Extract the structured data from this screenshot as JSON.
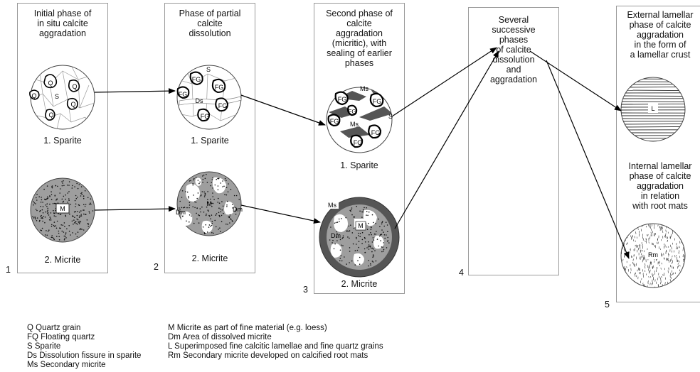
{
  "panels": [
    {
      "number": "1",
      "title": "Initial phase of\nin situ calcite\naggradation",
      "captions": [
        "1. Sparite",
        "2. Micrite"
      ]
    },
    {
      "number": "2",
      "title": "Phase of partial\ncalcite\ndissolution",
      "captions": [
        "1. Sparite",
        "2. Micrite"
      ]
    },
    {
      "number": "3",
      "title": "Second phase of\ncalcite\naggradation\n(micritic), with\nsealing of earlier\nphases",
      "captions": [
        "1. Sparite",
        "2. Micrite"
      ]
    },
    {
      "number": "4",
      "title": "Several\nsuccessive\nphases\nof calcite\ndissolution\nand\naggradation",
      "captions": []
    },
    {
      "number": "5",
      "title": "External lamellar\nphase of calcite\naggradation\nin the form of\na lamellar crust",
      "subtitle": "Internal lamellar\nphase  of calcite\naggradation\nin relation\nwith root mats",
      "captions": []
    }
  ],
  "labels": {
    "Q": "Q",
    "S": "S",
    "M": "M",
    "FG": "FG",
    "Ds": "Ds",
    "Dm": "Dm",
    "Ms": "Ms",
    "L": "L",
    "Rm": "Rm"
  },
  "legend": {
    "left": "Q Quartz grain\nFQ Floating quartz\nS Sparite\nDs Dissolution fissure in sparite\nMs Secondary micrite",
    "right": "M Micrite as part of fine material (e.g. loess)\nDm Area of dissolved micrite\nL Superimposed fine calcitic lamellae and fine quartz grains\nRm Secondary micrite developed on calcified root mats"
  },
  "colors": {
    "micrite_fill": "#9e9e9e",
    "secondary_micrite": "#555555",
    "panel_border": "#9a9a9a",
    "arrow": "#000000"
  }
}
